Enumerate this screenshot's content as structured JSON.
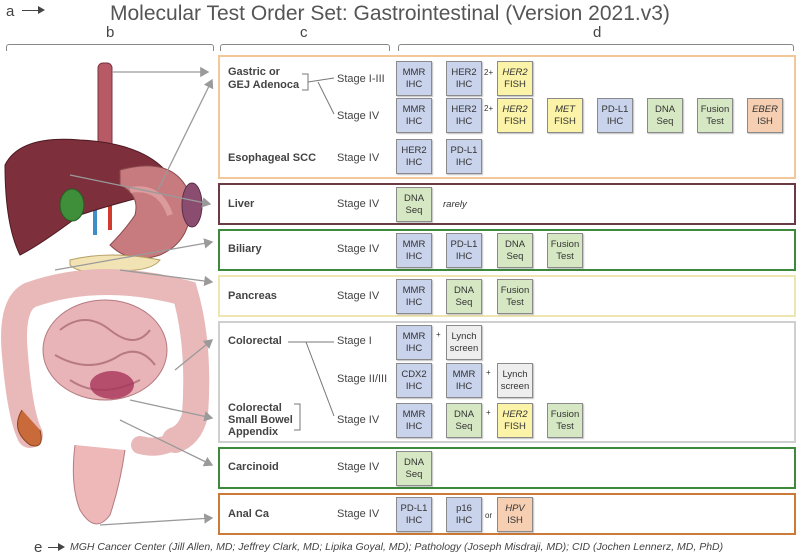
{
  "title": "Molecular Test Order Set: Gastrointestinal (Version 2021.v3)",
  "labels": {
    "a": "a",
    "b": "b",
    "c": "c",
    "d": "d",
    "e": "e"
  },
  "colors": {
    "gastric_panel": "#f2c79a",
    "liver_panel": "#6b3b43",
    "biliary_panel": "#3d8a3d",
    "pancreas_panel": "#efe5b0",
    "colorectal_panel": "#cfcfcf",
    "carcinoid_panel": "#3d8a3d",
    "anal_panel": "#cc7a3a",
    "ihc_box": "#c9d3ec",
    "fish_box": "#fbf3a8",
    "seq_box": "#d6e8c3",
    "ish_box": "#f6cfb2",
    "screen_box": "#eeeeee"
  },
  "panels": {
    "gastric": {
      "organ_line1": "Gastric or",
      "organ_line2": "GEJ Adenoca",
      "stage1": "Stage I-III",
      "stage4": "Stage IV",
      "row1": {
        "mmr": [
          "MMR",
          "IHC"
        ],
        "her2ihc": [
          "HER2",
          "IHC"
        ],
        "conn": "2+",
        "her2fish": [
          "HER2",
          "FISH"
        ]
      },
      "row2": {
        "mmr": [
          "MMR",
          "IHC"
        ],
        "her2ihc": [
          "HER2",
          "IHC"
        ],
        "conn": "2+",
        "her2fish": [
          "HER2",
          "FISH"
        ],
        "met": [
          "MET",
          "FISH"
        ],
        "pdl1": [
          "PD-L1",
          "IHC"
        ],
        "dna": [
          "DNA",
          "Seq"
        ],
        "fusion": [
          "Fusion",
          "Test"
        ],
        "eber": [
          "EBER",
          "ISH"
        ]
      },
      "esoph_organ": "Esophageal SCC",
      "esoph_stage": "Stage IV",
      "esoph": {
        "her2": [
          "HER2",
          "IHC"
        ],
        "pdl1": [
          "PD-L1",
          "IHC"
        ]
      }
    },
    "liver": {
      "organ": "Liver",
      "stage": "Stage IV",
      "dna": [
        "DNA",
        "Seq"
      ],
      "note": "rarely"
    },
    "biliary": {
      "organ": "Biliary",
      "stage": "Stage IV",
      "mmr": [
        "MMR",
        "IHC"
      ],
      "pdl1": [
        "PD-L1",
        "IHC"
      ],
      "dna": [
        "DNA",
        "Seq"
      ],
      "fusion": [
        "Fusion",
        "Test"
      ]
    },
    "pancreas": {
      "organ": "Pancreas",
      "stage": "Stage IV",
      "mmr": [
        "MMR",
        "IHC"
      ],
      "dna": [
        "DNA",
        "Seq"
      ],
      "fusion": [
        "Fusion",
        "Test"
      ]
    },
    "colorectal": {
      "organ": "Colorectal",
      "stage1": "Stage I",
      "stage23": "Stage II/III",
      "stage4": "Stage IV",
      "organ2_line1": "Colorectal",
      "organ2_line2": "Small Bowel",
      "organ2_line3": "Appendix",
      "row1": {
        "mmr": [
          "MMR",
          "IHC"
        ],
        "conn": "+",
        "lynch": [
          "Lynch",
          "screen"
        ]
      },
      "row2": {
        "cdx2": [
          "CDX2",
          "IHC"
        ],
        "mmr": [
          "MMR",
          "IHC"
        ],
        "conn": "+",
        "lynch": [
          "Lynch",
          "screen"
        ]
      },
      "row3": {
        "mmr": [
          "MMR",
          "IHC"
        ],
        "dna": [
          "DNA",
          "Seq"
        ],
        "conn": "+",
        "her2fish": [
          "HER2",
          "FISH"
        ],
        "fusion": [
          "Fusion",
          "Test"
        ]
      }
    },
    "carcinoid": {
      "organ": "Carcinoid",
      "stage": "Stage IV",
      "dna": [
        "DNA",
        "Seq"
      ]
    },
    "anal": {
      "organ": "Anal Ca",
      "stage": "Stage IV",
      "pdl1": [
        "PD-L1",
        "IHC"
      ],
      "p16": [
        "p16",
        "IHC"
      ],
      "or": "or",
      "hpv": [
        "HPV",
        "ISH"
      ]
    }
  },
  "footer": "MGH Cancer Center (Jill Allen, MD; Jeffrey Clark, MD; Lipika Goyal, MD); Pathology (Joseph Misdraji, MD); CID (Jochen Lennerz, MD, PhD)"
}
